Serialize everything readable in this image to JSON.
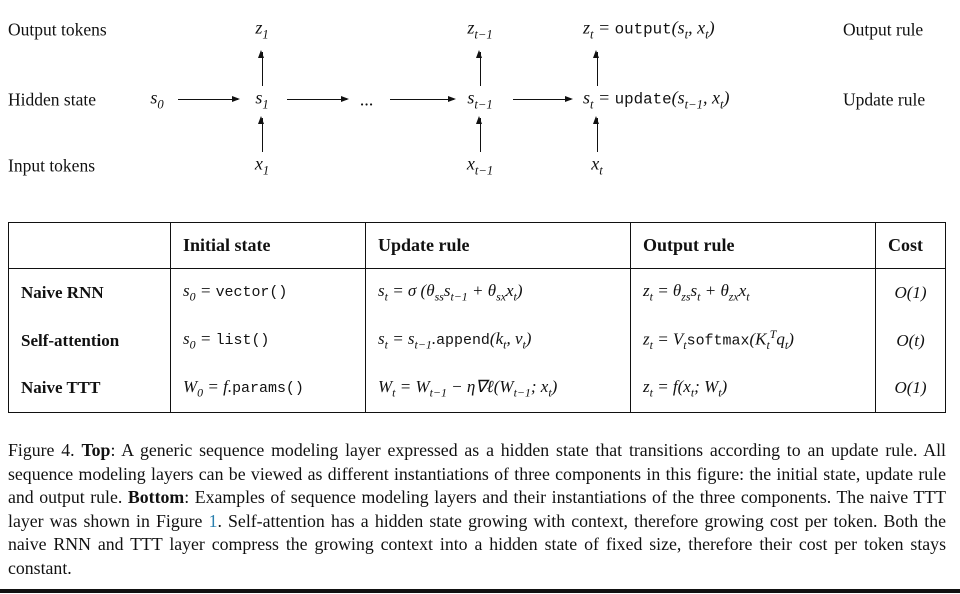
{
  "colors": {
    "ink": "#111111",
    "paper": "#ffffff",
    "link": "#2a7fae"
  },
  "diagram": {
    "row_labels": [
      "Output tokens",
      "Hidden state",
      "Input tokens"
    ],
    "rule_labels": [
      "Output rule",
      "Update rule"
    ],
    "nodes": {
      "z1": "z_{1}",
      "zt1": "z_{t−1}",
      "zt": "z_{t} = `output`(s_{t}, x_{t})",
      "s0": "s_{0}",
      "s1": "s_{1}",
      "dots": "...",
      "st1": "s_{t−1}",
      "st": "s_{t} = `update`(s_{t−1}, x_{t})",
      "x1": "x_{1}",
      "xt1": "x_{t−1}",
      "xt": "x_{t}"
    }
  },
  "table": {
    "headers": [
      "",
      "Initial state",
      "Update rule",
      "Output rule",
      "Cost"
    ],
    "rows": [
      {
        "label": "Naive RNN",
        "initial": "s_{0} = `vector()`",
        "update": "s_{t} = σ (θ_{ss}s_{t−1} + θ_{sx}x_{t})",
        "output": "z_{t} = θ_{zs}s_{t} + θ_{zx}x_{t}",
        "cost": "O(1)"
      },
      {
        "label": "Self-attention",
        "initial": "s_{0} = `list()`",
        "update": "s_{t} = s_{t−1}.`append`(k_{t}, v_{t})",
        "output": "z_{t} = V_{t}`softmax`(K_{t}^{T}q_{t})",
        "cost": "O(t)"
      },
      {
        "label": "Naive TTT",
        "initial": "W_{0} = f.`params()`",
        "update": "W_{t} = W_{t−1} − η∇ℓ(W_{t−1}; x_{t})",
        "output": "z_{t} = f(x_{t}; W_{t})",
        "cost": "O(1)"
      }
    ]
  },
  "caption": {
    "segments": [
      {
        "t": "Figure 4. "
      },
      {
        "t": "Top",
        "b": true
      },
      {
        "t": ": A generic sequence modeling layer expressed as a hidden state that transitions according to an update rule. All sequence modeling layers can be viewed as different instantiations of three components in this figure: the initial state, update rule and output rule. "
      },
      {
        "t": "Bottom",
        "b": true
      },
      {
        "t": ": Examples of sequence modeling layers and their instantiations of the three components. The naive TTT layer was shown in Figure "
      },
      {
        "t": "1",
        "link": true
      },
      {
        "t": ". Self-attention has a hidden state growing with context, therefore growing cost per token. Both the naive RNN and TTT layer compress the growing context into a hidden state of fixed size, therefore their cost per token stays constant."
      }
    ]
  }
}
